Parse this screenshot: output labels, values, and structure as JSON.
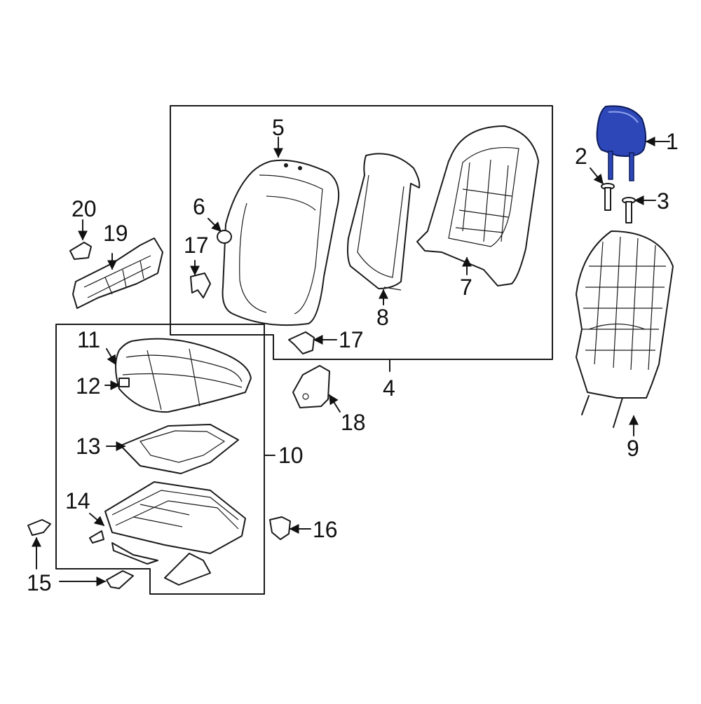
{
  "callouts": {
    "c1": "1",
    "c2": "2",
    "c3": "3",
    "c4": "4",
    "c5": "5",
    "c6": "6",
    "c7": "7",
    "c8": "8",
    "c9": "9",
    "c10": "10",
    "c11": "11",
    "c12": "12",
    "c13": "13",
    "c14": "14",
    "c15": "15",
    "c16": "16",
    "c17a": "17",
    "c17b": "17",
    "c18": "18",
    "c19": "19",
    "c20": "20"
  },
  "highlight": {
    "part": "1",
    "color": "#2d47b8"
  }
}
